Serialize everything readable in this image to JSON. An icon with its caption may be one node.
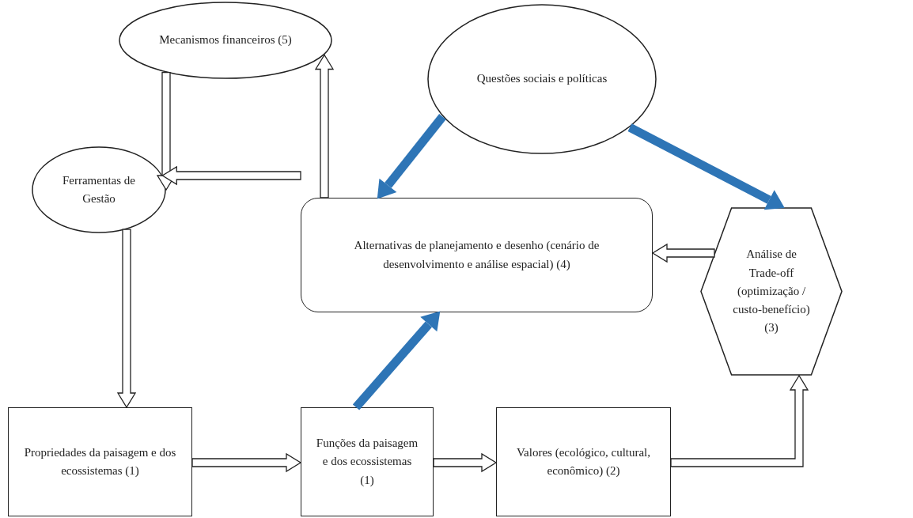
{
  "diagram": {
    "nodes": [
      {
        "text": [
          "Mecanismos financeiros (5)"
        ]
      },
      {
        "text": [
          "Questões sociais e políticas"
        ]
      },
      {
        "text": [
          "Ferramentas de Gestão"
        ]
      },
      {
        "text": [
          "Alternativas de planejamento e desenho (cenário de desenvolvimento e análise espacial) (4)"
        ]
      },
      {
        "text": [
          "Análise de Trade-off (optimização / custo-benefício) (3)"
        ]
      },
      {
        "text": [
          "Propriedades da paisagem e dos ecossistemas (1)"
        ]
      },
      {
        "text": [
          "Funções da paisagem e dos ecossistemas (1)"
        ]
      },
      {
        "text": [
          "Valores (ecológico, cultural, econômico) (2)"
        ]
      }
    ],
    "edges": [
      {
        "from": 0,
        "to": 2,
        "arrow": "to"
      },
      {
        "from": 3,
        "to": 0,
        "arrow": "to"
      },
      {
        "from": 3,
        "to": 2,
        "arrow": "to"
      },
      {
        "from": 4,
        "to": 3,
        "arrow": "to"
      },
      {
        "from": 2,
        "to": 5,
        "arrow": "to"
      },
      {
        "from": 5,
        "to": 6,
        "arrow": "to"
      },
      {
        "from": 6,
        "to": 7,
        "arrow": "to"
      },
      {
        "from": 7,
        "to": 4,
        "arrow": "to"
      },
      {
        "from": 1,
        "to": 3,
        "arrow": "to",
        "color": "#2e75b6"
      },
      {
        "from": 1,
        "to": 4,
        "arrow": "to",
        "color": "#2e75b6"
      },
      {
        "from": 6,
        "to": 3,
        "arrow": "to",
        "color": "#2e75b6"
      }
    ]
  }
}
